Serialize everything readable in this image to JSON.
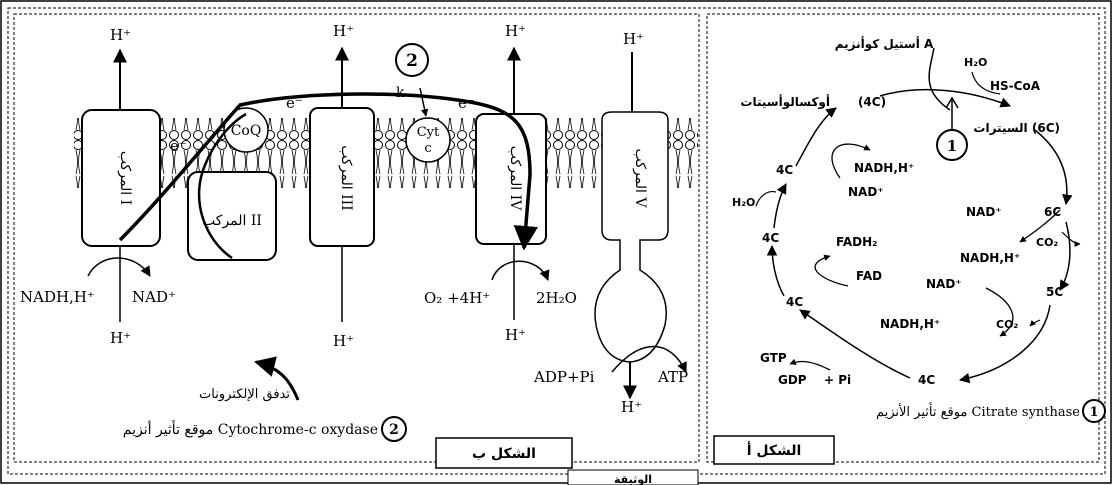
{
  "panel_b": {
    "caption": "الشكل ب",
    "complexes": {
      "c1": "المركب I",
      "c2": "المركب II",
      "c3": "المركب III",
      "c4": "المركب IV",
      "c5": "المركب V"
    },
    "coq": "CoQ",
    "cyt_line1": "Cyt",
    "cyt_line2": "c",
    "electron": "e⁻",
    "proton": "H⁺",
    "nadh": "NADH,H⁺",
    "nad": "NAD⁺",
    "o2": "O₂ +4H⁺",
    "water": "2H₂O",
    "adp": "ADP+Pi",
    "atp": "ATP",
    "marker_2": "2",
    "marker_k": "k",
    "flow_label": "تدفق الإلكترونات",
    "legend_text": "موقع تأثير أنزيم Cytochrome-c oxydase"
  },
  "panel_a": {
    "caption": "الشكل أ",
    "acetyl": "أستيل كوأنزيم A",
    "h2o": "H₂O",
    "hscoa": "HS-CoA",
    "oxalo": "أوكسالوأسيتات",
    "oxalo_c": "(4C)",
    "citrate": "السيترات (6C)",
    "marker_1": "1",
    "nadh": "NADH,H⁺",
    "nad": "NAD⁺",
    "co2": "CO₂",
    "fadh2": "FADH₂",
    "fad": "FAD",
    "gtp": "GTP",
    "gdp": "GDP",
    "pi": "+ Pi",
    "c4": "4C",
    "c5": "5C",
    "c6": "6C",
    "legend_text": "موقع تأثير الأنزيم Citrate synthase"
  },
  "bottom_tab": "الوثيقة"
}
